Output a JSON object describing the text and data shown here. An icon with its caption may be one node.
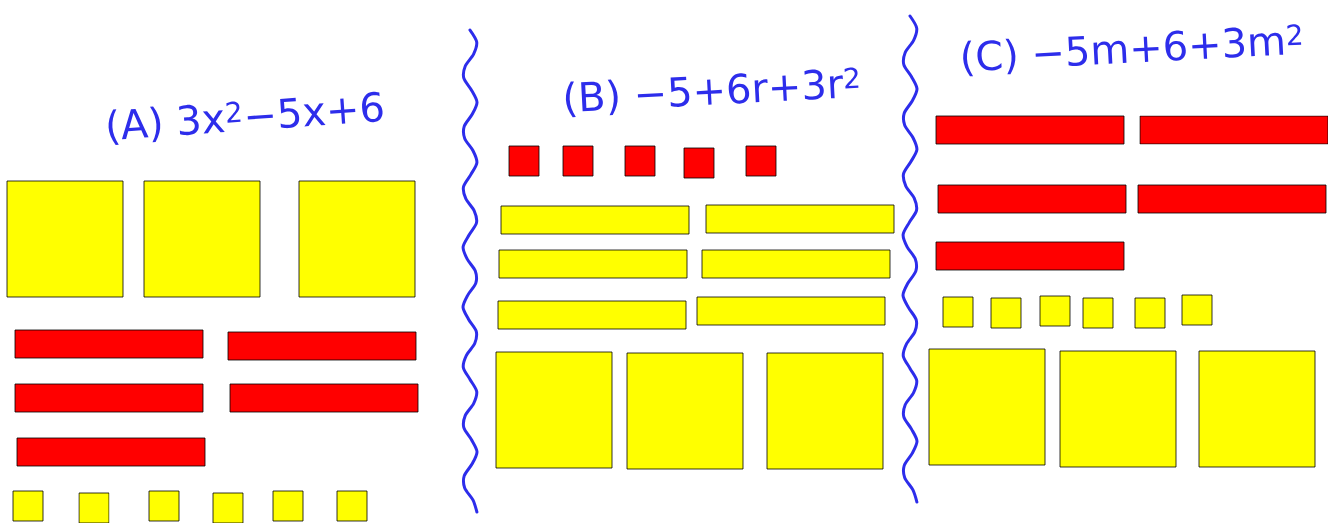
{
  "diagram": {
    "labels": [
      "(A) 3x$^{2}$−5x+6",
      "(B) −5+6r+3r$^{2}$",
      "(C) −5m+6+3m$^{2}$"
    ]
  }
}
